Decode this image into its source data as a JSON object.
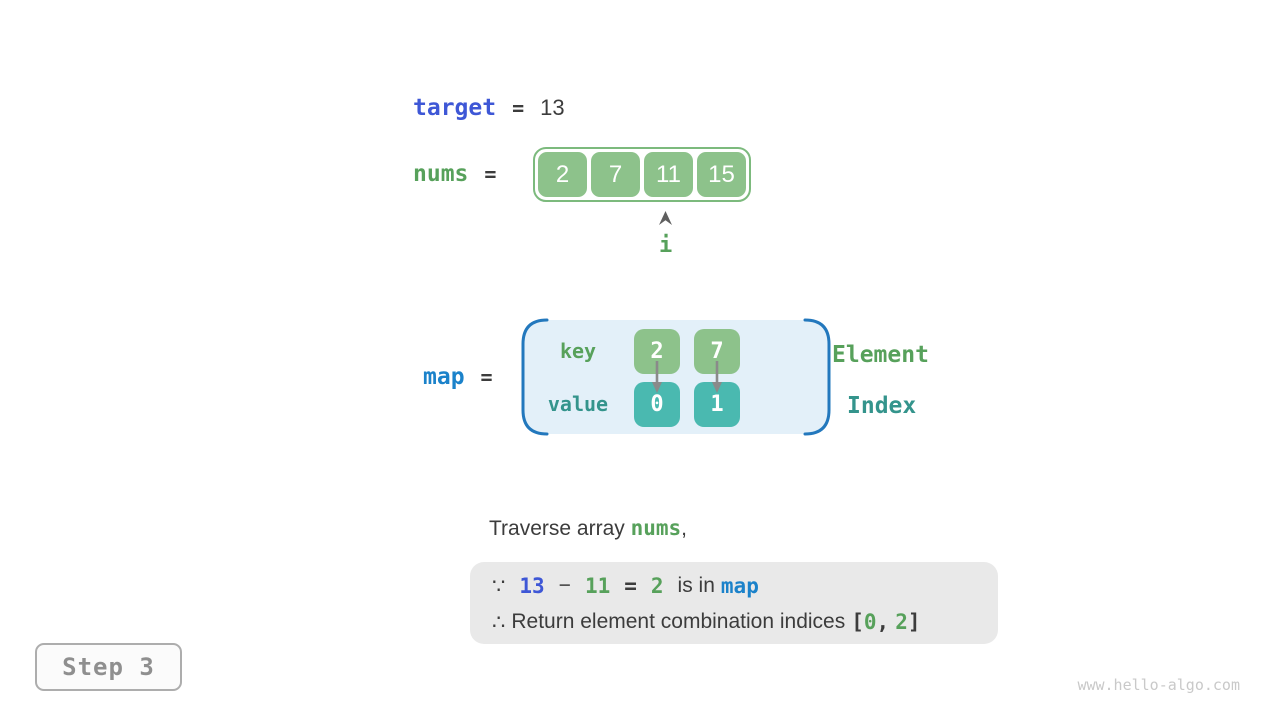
{
  "figure": {
    "target": {
      "label": "target",
      "equals": "=",
      "value": "13"
    },
    "nums": {
      "label": "nums",
      "equals": "=",
      "values": [
        "2",
        "7",
        "11",
        "15"
      ],
      "pointer_label": "i",
      "pointer_index": 2
    },
    "map": {
      "label": "map",
      "equals": "=",
      "key_label": "key",
      "value_label": "value",
      "entries": [
        {
          "key": "2",
          "value": "0"
        },
        {
          "key": "7",
          "value": "1"
        }
      ],
      "element_label": "Element",
      "index_label": "Index"
    },
    "caption": {
      "prefix": "Traverse array ",
      "nums": "nums",
      "suffix": ","
    },
    "conclusion": {
      "line1": {
        "because": "∵",
        "minuend": "13",
        "minus": "−",
        "subtrahend": "11",
        "equals": "=",
        "difference": "2",
        "is_in": "is in",
        "map": "map"
      },
      "line2": {
        "therefore": "∴",
        "text": "Return element combination indices",
        "open_bracket": "[",
        "first_index": "0",
        "comma": ",",
        "second_index": "2",
        "close_bracket": "]"
      }
    },
    "step": "Step 3",
    "watermark": "www.hello-algo.com"
  },
  "colors": {
    "royal_blue": "#3e57d6",
    "azure_blue": "#1b82ca",
    "bracket_blue": "#2378bd",
    "green_text": "#57a15b",
    "teal_text": "#34948c",
    "green_cell": "#8dc28b",
    "array_border": "#7cba7d",
    "teal_cell": "#4ab9b0",
    "map_fill": "#e3f0f9",
    "dark_text": "#3c3c3c",
    "gray_box": "#e9e9e9",
    "arrow_gray": "#8a8a8a",
    "step_gray": "#8f8f8f",
    "watermark_gray": "#c9c9c9"
  }
}
